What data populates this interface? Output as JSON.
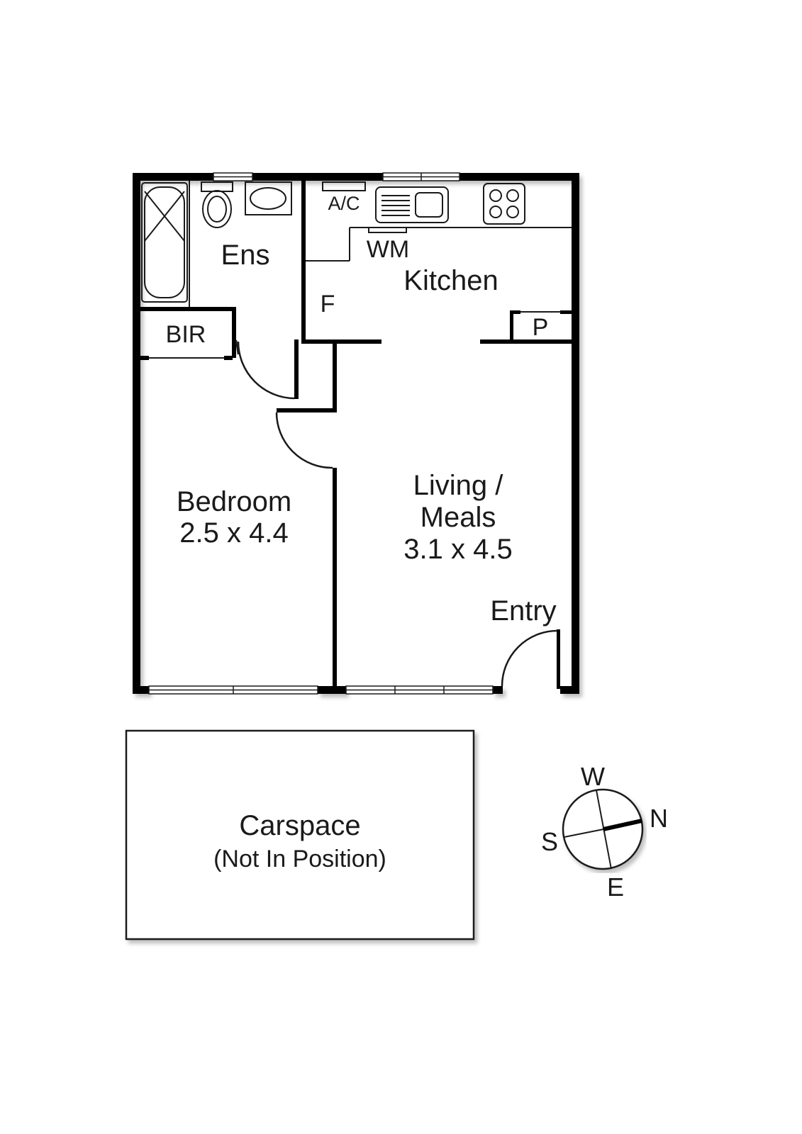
{
  "rooms": {
    "ensuite": "Ens",
    "kitchen": "Kitchen",
    "bir": "BIR",
    "bedroom_name": "Bedroom",
    "bedroom_size": "2.5 x 4.4",
    "living_line1": "Living /",
    "living_line2": "Meals",
    "living_size": "3.1 x 4.5",
    "entry": "Entry"
  },
  "fixtures": {
    "air_conditioner": "A/C",
    "washing_machine": "WM",
    "fridge": "F",
    "pantry": "P"
  },
  "carspace": {
    "title": "Carspace",
    "note": "(Not In Position)"
  },
  "compass": {
    "north": "N",
    "south": "S",
    "east": "E",
    "west": "W"
  },
  "colors": {
    "wall": "#000000",
    "line": "#1a1a1a",
    "background": "#ffffff"
  }
}
